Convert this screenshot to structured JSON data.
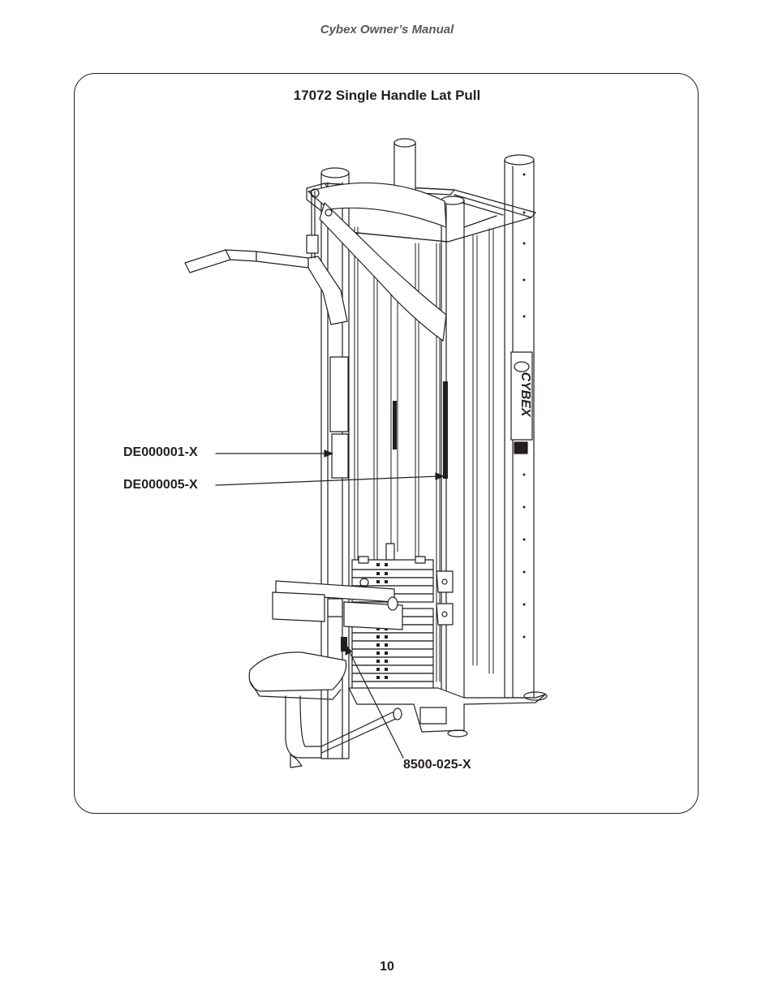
{
  "header": {
    "running_title": "Cybex Owner’s Manual"
  },
  "figure": {
    "title": "17072 Single Handle Lat Pull",
    "brand_mark": "CYBEX",
    "callouts": [
      {
        "label": "DE000001-X"
      },
      {
        "label": "DE000005-X"
      },
      {
        "label": "8500-025-X"
      }
    ]
  },
  "footer": {
    "page_number": "10"
  }
}
